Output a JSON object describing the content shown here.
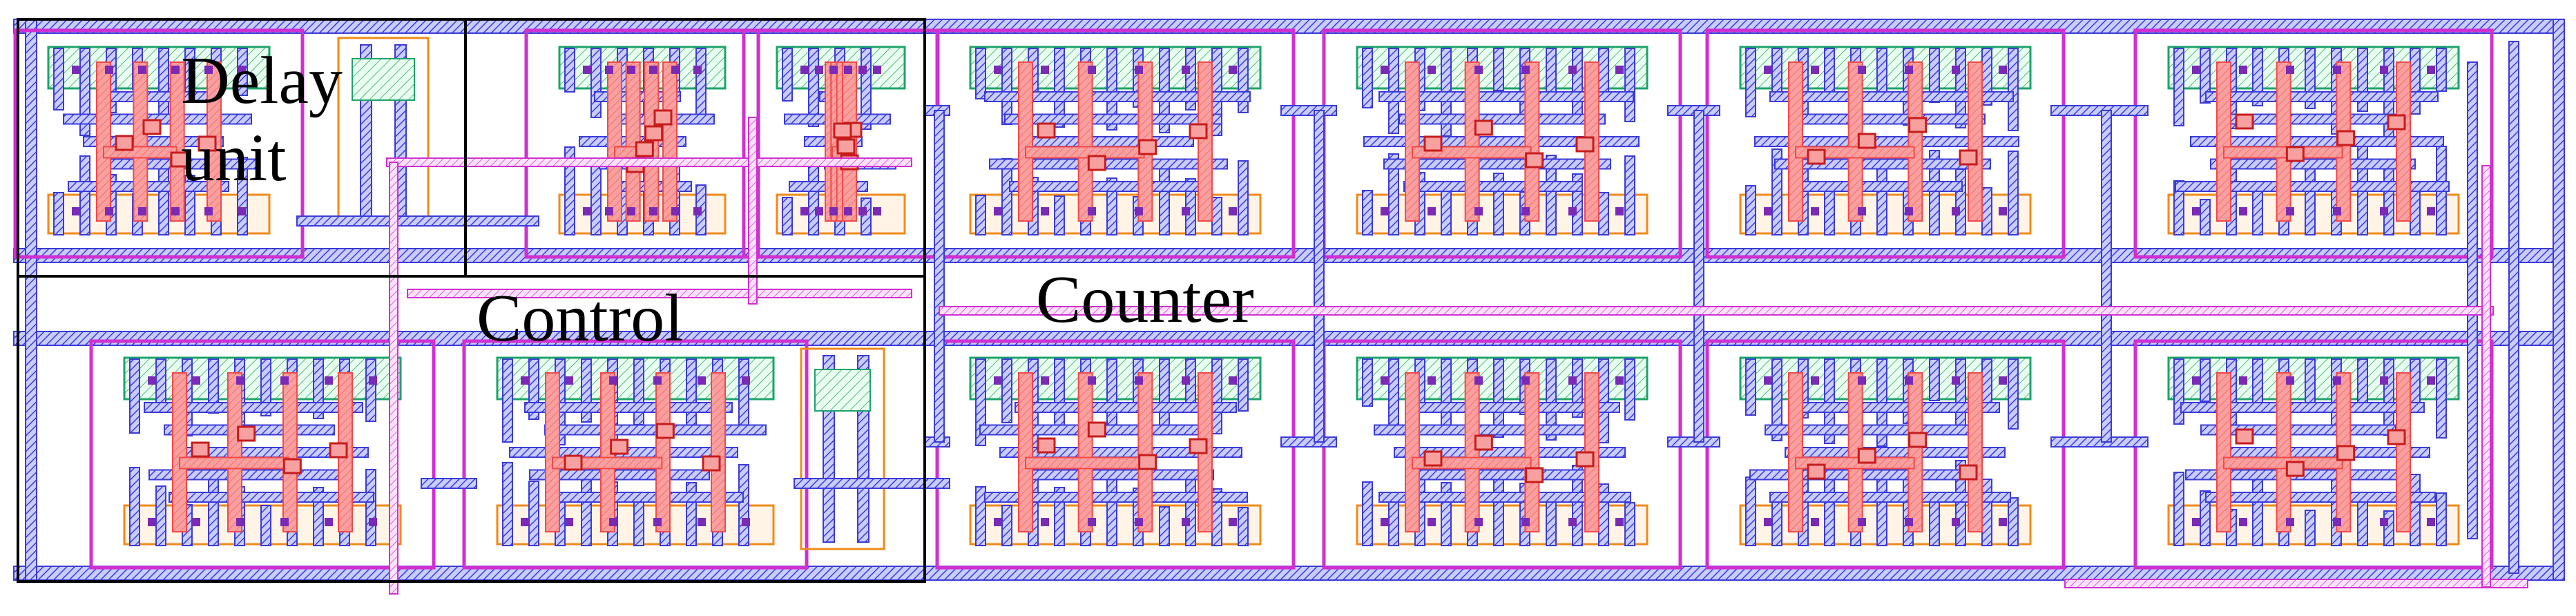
{
  "labels": {
    "delay_unit_line1": "Delay",
    "delay_unit_line2": "unit",
    "control": "Control",
    "counter": "Counter"
  },
  "colors": {
    "background": "#ffffff",
    "metal1": "#3b3bd6",
    "poly": "#f04a4a",
    "via": "#c71c1c",
    "implant": "#d030d0",
    "nwell_box": "#1ea36a",
    "pwell_box": "#f08a1a",
    "contact": "#7a2ab5",
    "region_outline": "#000000"
  },
  "regions": [
    "delay-unit",
    "control",
    "counter"
  ]
}
